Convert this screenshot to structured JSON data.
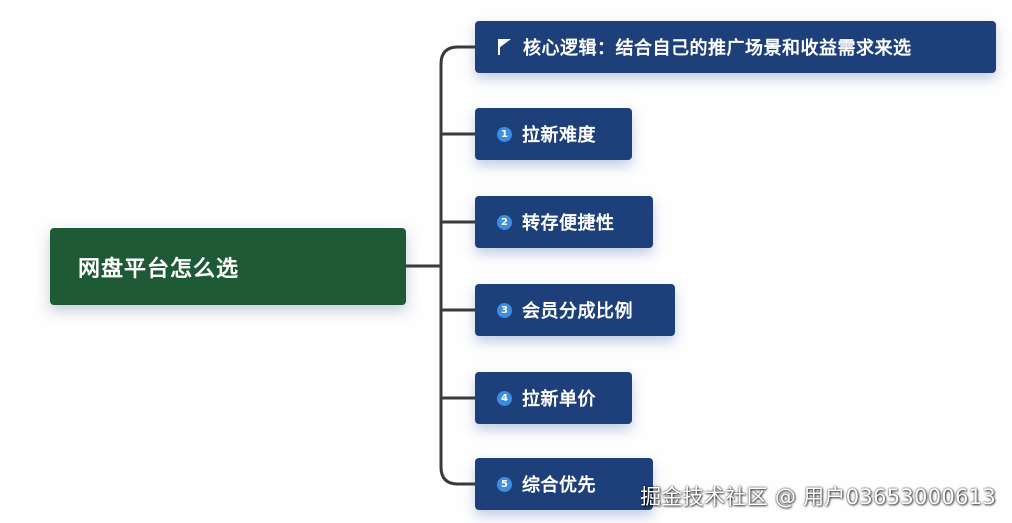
{
  "root": {
    "label": "网盘平台怎么选",
    "color": "#1f5a36"
  },
  "branches": [
    {
      "icon": "flag-icon",
      "label": "核心逻辑：结合自己的推广场景和收益需求来选"
    },
    {
      "number": "1",
      "label": "拉新难度"
    },
    {
      "number": "2",
      "label": "转存便捷性"
    },
    {
      "number": "3",
      "label": "会员分成比例"
    },
    {
      "number": "4",
      "label": "拉新单价"
    },
    {
      "number": "5",
      "label": "综合优先"
    }
  ],
  "branch_color": "#1d3f7a",
  "connector_color": "#3a3a3a",
  "watermark": "掘金技术社区 @ 用户03653000613"
}
